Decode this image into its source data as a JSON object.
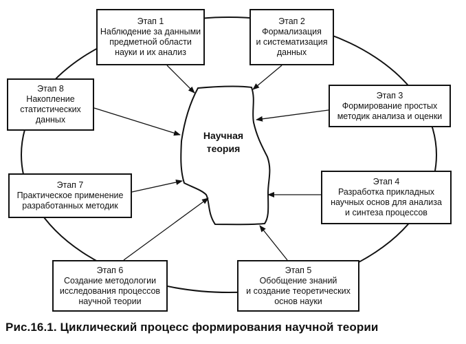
{
  "center": {
    "lines": [
      "Научная",
      "теория"
    ]
  },
  "stages": [
    {
      "id": 1,
      "lines": [
        "Этап 1",
        "Наблюдение за данными",
        "предметной области",
        "науки и их анализ"
      ]
    },
    {
      "id": 2,
      "lines": [
        "Этап 2",
        "Формализация",
        "и систематизация",
        "данных"
      ]
    },
    {
      "id": 3,
      "lines": [
        "Этап 3",
        "Формирование простых",
        "методик анализа и оценки"
      ]
    },
    {
      "id": 4,
      "lines": [
        "Этап 4",
        "Разработка прикладных",
        "научных основ для анализа",
        "и синтеза процессов"
      ]
    },
    {
      "id": 5,
      "lines": [
        "Этап 5",
        "Обобщение знаний",
        "и создание теоретических",
        "основ науки"
      ]
    },
    {
      "id": 6,
      "lines": [
        "Этап 6",
        "Создание методологии",
        "исследования процессов",
        "научной теории"
      ]
    },
    {
      "id": 7,
      "lines": [
        "Этап 7",
        "Практическое применение",
        "разработанных методик"
      ]
    },
    {
      "id": 8,
      "lines": [
        "Этап 8",
        "Накопление",
        "статистических",
        "данных"
      ]
    }
  ],
  "caption": "Рис.16.1. Циклический процесс формирования научной теории"
}
